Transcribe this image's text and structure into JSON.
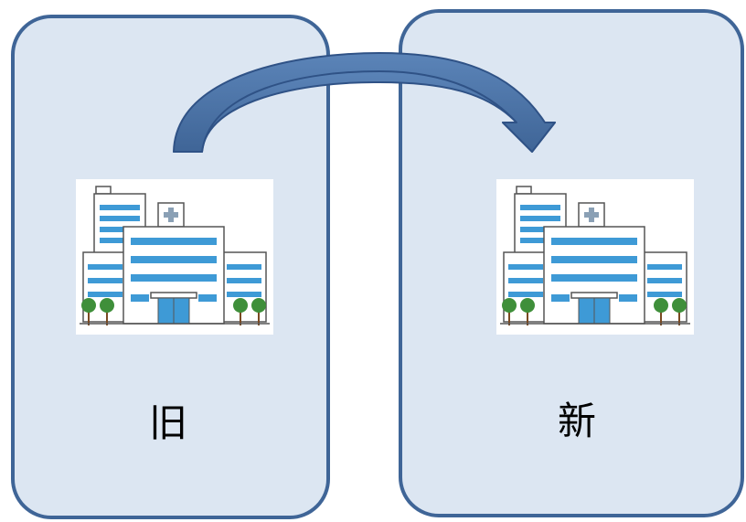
{
  "diagram": {
    "old_label": "旧",
    "new_label": "新",
    "old_image": "hospital-building-icon",
    "new_image": "hospital-building-icon",
    "arrow_direction": "old-to-new"
  },
  "colors": {
    "panel_fill": "#dce6f2",
    "panel_border": "#3f6597",
    "arrow_fill": "#4a72a8",
    "arrow_stroke": "#2f5286"
  }
}
